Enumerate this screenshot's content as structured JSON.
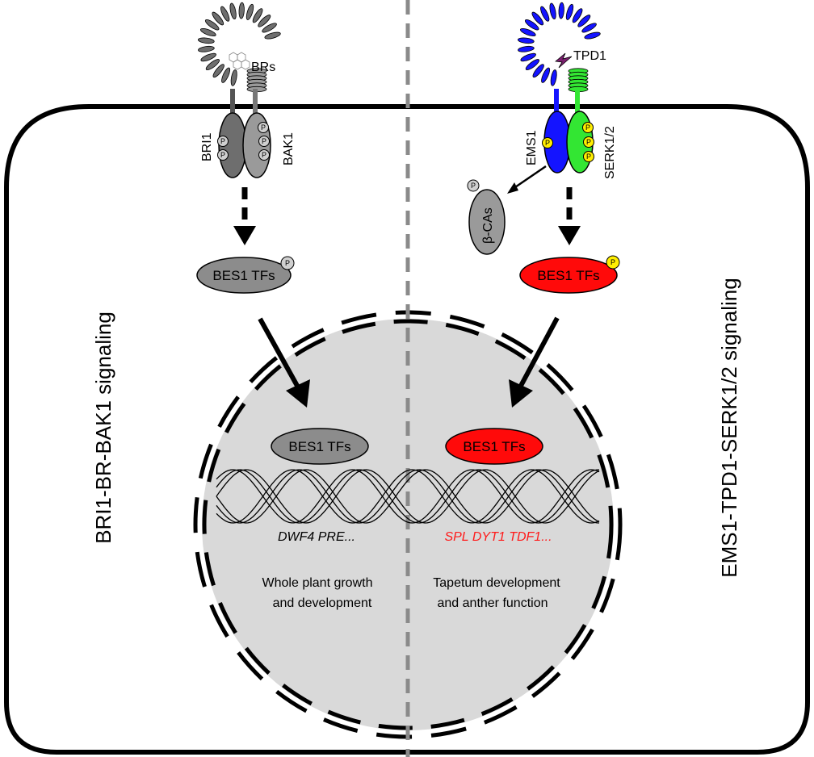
{
  "diagram": {
    "left_panel": {
      "title": "BRI1-BR-BAK1 signaling",
      "ligand": "BRs",
      "receptor": "BRI1",
      "coreceptor": "BAK1",
      "tf_cytoplasm": "BES1 TFs",
      "tf_nucleus": "BES1 TFs",
      "genes": "DWF4  PRE...",
      "outcome_line1": "Whole plant growth",
      "outcome_line2": "and development"
    },
    "right_panel": {
      "title": "EMS1-TPD1-SERK1/2 signaling",
      "ligand": "TPD1",
      "receptor": "EMS1",
      "coreceptor": "SERK1/2",
      "substrate": "β-CAs",
      "tf_cytoplasm": "BES1 TFs",
      "tf_nucleus": "BES1 TFs",
      "genes": "SPL  DYT1  TDF1...",
      "outcome_line1": "Tapetum development",
      "outcome_line2": "and anther function"
    },
    "phospho_label": "P"
  },
  "colors": {
    "bri1_gray": "#6e6e6e",
    "bak1_gray": "#9a9a9a",
    "tf_gray": "#8c8c8c",
    "ems1_blue": "#1414ff",
    "serk_green": "#33e633",
    "tf_red": "#ff0a0a",
    "phospho_yellow": "#ffee00",
    "phospho_gray": "#d0d0d0",
    "nucleus_fill": "#d9d9d9",
    "divider": "#8a8a8a",
    "gene_red": "#ff1a1a",
    "tpd1_purple": "#7a1f6e"
  }
}
